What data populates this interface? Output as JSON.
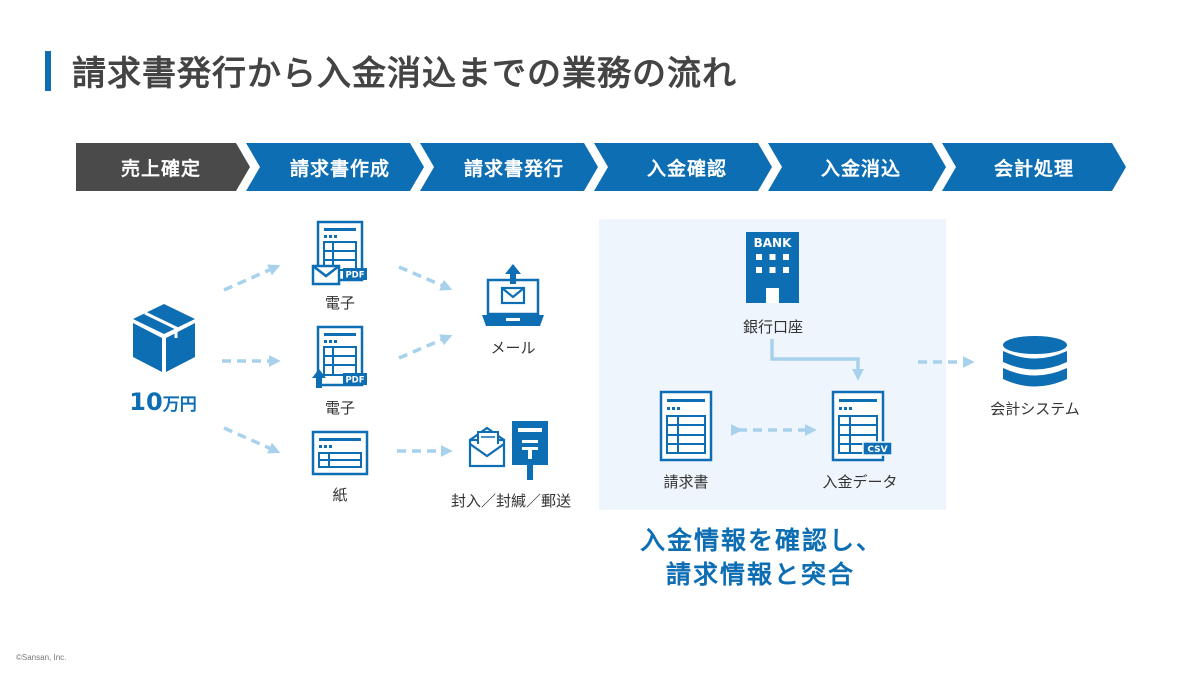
{
  "title": "請求書発行から入金消込までの業務の流れ",
  "colors": {
    "accent": "#0e6eb3",
    "dark_step": "#4a4a4a",
    "arrow": "#a8d1ec",
    "panel": "#eef5fc"
  },
  "steps": [
    {
      "label": "売上確定",
      "state": "done"
    },
    {
      "label": "請求書作成",
      "state": "active"
    },
    {
      "label": "請求書発行",
      "state": "active"
    },
    {
      "label": "入金確認",
      "state": "active"
    },
    {
      "label": "入金消込",
      "state": "active"
    },
    {
      "label": "会計処理",
      "state": "active"
    }
  ],
  "product": {
    "icon": "package-box-icon",
    "amount_number": "10",
    "amount_unit": "万円"
  },
  "invoice_types": [
    {
      "label": "電子",
      "icon": "invoice-pdf-email-icon",
      "badge": "PDF"
    },
    {
      "label": "電子",
      "icon": "invoice-pdf-upload-icon",
      "badge": "PDF"
    },
    {
      "label": "紙",
      "icon": "paper-invoice-icon"
    }
  ],
  "delivery": [
    {
      "label": "メール",
      "icon": "laptop-email-send-icon"
    },
    {
      "label": "封入／封緘／郵送",
      "icon": "envelope-postbox-icon"
    }
  ],
  "reconciliation": {
    "bank": {
      "label": "銀行口座",
      "icon_text": "BANK"
    },
    "invoice": {
      "label": "請求書"
    },
    "payment_data": {
      "label": "入金データ",
      "badge": "CSV"
    }
  },
  "accounting": {
    "label": "会計システム",
    "icon": "database-icon"
  },
  "caption": {
    "line1": "入金情報を確認し、",
    "line2": "請求情報と突合"
  },
  "copyright": "©Sansan, Inc."
}
